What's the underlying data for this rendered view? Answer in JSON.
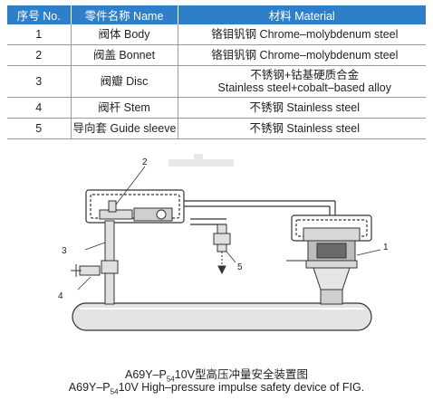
{
  "table": {
    "headers": {
      "no": "序号 No.",
      "name": "零件名称 Name",
      "material": "材料 Material"
    },
    "rows": [
      {
        "no": "1",
        "name": "阀体 Body",
        "material_line1": "铬钼钒钢 Chrome–molybdenum steel",
        "material_line2": ""
      },
      {
        "no": "2",
        "name": "阀盖 Bonnet",
        "material_line1": "铬钼钒钢 Chrome–molybdenum steel",
        "material_line2": ""
      },
      {
        "no": "3",
        "name": "阀瓣 Disc",
        "material_line1": "不锈钢+钴基硬质合金",
        "material_line2": "Stainless steel+cobalt–based alloy"
      },
      {
        "no": "4",
        "name": "阀杆 Stem",
        "material_line1": "不锈钢 Stainless steel",
        "material_line2": ""
      },
      {
        "no": "5",
        "name": "导向套 Guide sleeve",
        "material_line1": "不锈钢 Stainless steel",
        "material_line2": ""
      }
    ]
  },
  "diagram": {
    "callouts": [
      "1",
      "2",
      "3",
      "4",
      "5"
    ]
  },
  "caption": {
    "cn_prefix": "A69Y–P",
    "cn_sub": "54",
    "cn_suffix": "10V型高压冲量安全装置图",
    "en_prefix": "A69Y–P",
    "en_sub": "54",
    "en_suffix": "10V High–pressure impulse safety device of FIG."
  },
  "colors": {
    "header_bg": "#2f7fc8",
    "header_text": "#ffffff",
    "pipe_fill": "#e4e4e4",
    "line": "#333333"
  }
}
